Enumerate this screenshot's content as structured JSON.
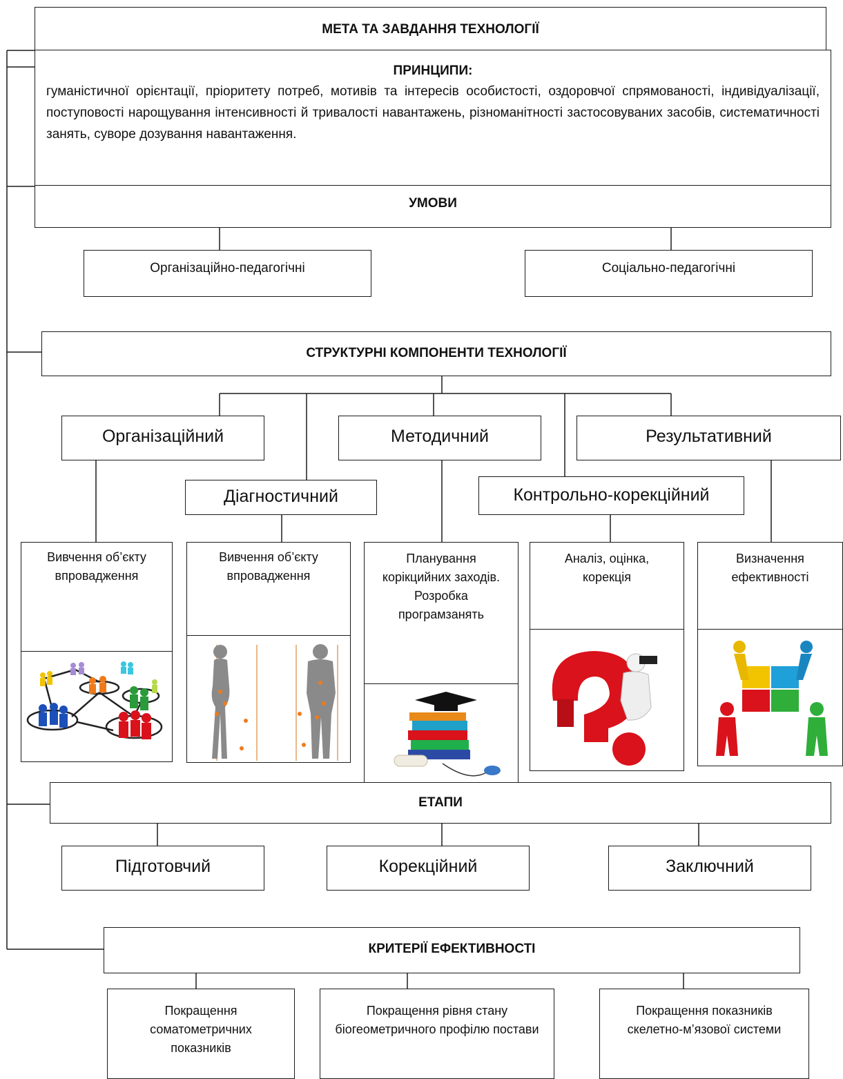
{
  "goal": {
    "title": "МЕТА ТА ЗАВДАННЯ ТЕХНОЛОГІЇ"
  },
  "principles": {
    "title": "ПРИНЦИПИ:",
    "text": "гуманістичної орієнтації, пріоритету потреб, мотивів та інтересів особистості, оздоровчої спрямованості, індивідуалізації, поступовості нарощування інтенсивності й тривалості навантажень, різноманітності застосовуваних засобів, систематичності занять, суворе дозування навантаження."
  },
  "conditions": {
    "title": "УМОВИ",
    "items": [
      "Організаційно-педагогічні",
      "Соціально-педагогічні"
    ]
  },
  "components": {
    "title": "СТРУКТУРНІ КОМПОНЕНТИ ТЕХНОЛОГІЇ",
    "items": [
      "Організаційний",
      "Методичний",
      "Результативний",
      "Діагностичний",
      "Контрольно-корекційний"
    ]
  },
  "tasks": [
    {
      "text": "Вивчення об’єкту впровадження",
      "image_icon": "people-network-icon"
    },
    {
      "text": "Вивчення об’єкту впровадження",
      "image_icon": "body-posture-icon"
    },
    {
      "text": "Планування корікцийних заходів. Розробка програмзанять",
      "image_icon": "books-diploma-icon"
    },
    {
      "text": "Аналіз, оцінка, корекція",
      "image_icon": "question-mark-binoculars-icon"
    },
    {
      "text": "Визначення ефективності",
      "image_icon": "puzzle-team-icon"
    }
  ],
  "stages": {
    "title": "ЕТАПИ",
    "items": [
      "Підготовчий",
      "Корекційний",
      "Заключний"
    ]
  },
  "criteria": {
    "title": "КРИТЕРІЇ ЕФЕКТИВНОСТІ",
    "items": [
      "Покращення соматометричних показників",
      "Покращення рівня стану біогеометричного профілю постави",
      "Покращення показників скелетно-м’язової системи"
    ]
  },
  "colors": {
    "line": "#1a1a1a",
    "background": "#ffffff",
    "accent_red": "#d9121b"
  }
}
